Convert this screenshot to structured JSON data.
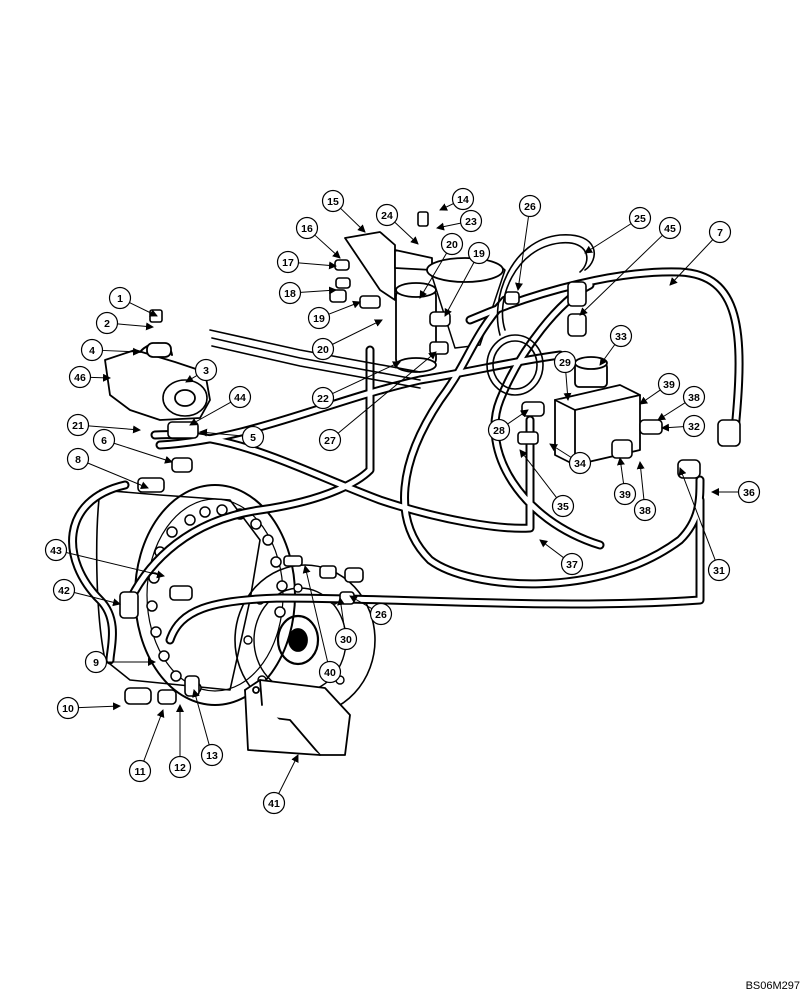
{
  "figure": {
    "reference_code": "BS06M297"
  },
  "callouts": [
    {
      "id": "c1",
      "label": "1"
    },
    {
      "id": "c2",
      "label": "2"
    },
    {
      "id": "c3",
      "label": "3"
    },
    {
      "id": "c4",
      "label": "4"
    },
    {
      "id": "c5",
      "label": "5"
    },
    {
      "id": "c6",
      "label": "6"
    },
    {
      "id": "c7",
      "label": "7"
    },
    {
      "id": "c8",
      "label": "8"
    },
    {
      "id": "c9",
      "label": "9"
    },
    {
      "id": "c10",
      "label": "10"
    },
    {
      "id": "c11",
      "label": "11"
    },
    {
      "id": "c12",
      "label": "12"
    },
    {
      "id": "c13",
      "label": "13"
    },
    {
      "id": "c14",
      "label": "14"
    },
    {
      "id": "c15",
      "label": "15"
    },
    {
      "id": "c16",
      "label": "16"
    },
    {
      "id": "c17",
      "label": "17"
    },
    {
      "id": "c18",
      "label": "18"
    },
    {
      "id": "c19a",
      "label": "19"
    },
    {
      "id": "c19b",
      "label": "19"
    },
    {
      "id": "c20a",
      "label": "20"
    },
    {
      "id": "c20b",
      "label": "20"
    },
    {
      "id": "c21",
      "label": "21"
    },
    {
      "id": "c22",
      "label": "22"
    },
    {
      "id": "c23",
      "label": "23"
    },
    {
      "id": "c24",
      "label": "24"
    },
    {
      "id": "c25",
      "label": "25"
    },
    {
      "id": "c26a",
      "label": "26"
    },
    {
      "id": "c26b",
      "label": "26"
    },
    {
      "id": "c27",
      "label": "27"
    },
    {
      "id": "c28",
      "label": "28"
    },
    {
      "id": "c29",
      "label": "29"
    },
    {
      "id": "c30",
      "label": "30"
    },
    {
      "id": "c31",
      "label": "31"
    },
    {
      "id": "c32",
      "label": "32"
    },
    {
      "id": "c33",
      "label": "33"
    },
    {
      "id": "c34",
      "label": "34"
    },
    {
      "id": "c35",
      "label": "35"
    },
    {
      "id": "c36",
      "label": "36"
    },
    {
      "id": "c37",
      "label": "37"
    },
    {
      "id": "c38a",
      "label": "38"
    },
    {
      "id": "c38b",
      "label": "38"
    },
    {
      "id": "c39a",
      "label": "39"
    },
    {
      "id": "c39b",
      "label": "39"
    },
    {
      "id": "c40",
      "label": "40"
    },
    {
      "id": "c41",
      "label": "41"
    },
    {
      "id": "c42",
      "label": "42"
    },
    {
      "id": "c43",
      "label": "43"
    },
    {
      "id": "c44",
      "label": "44"
    },
    {
      "id": "c45",
      "label": "45"
    },
    {
      "id": "c46",
      "label": "46"
    }
  ]
}
